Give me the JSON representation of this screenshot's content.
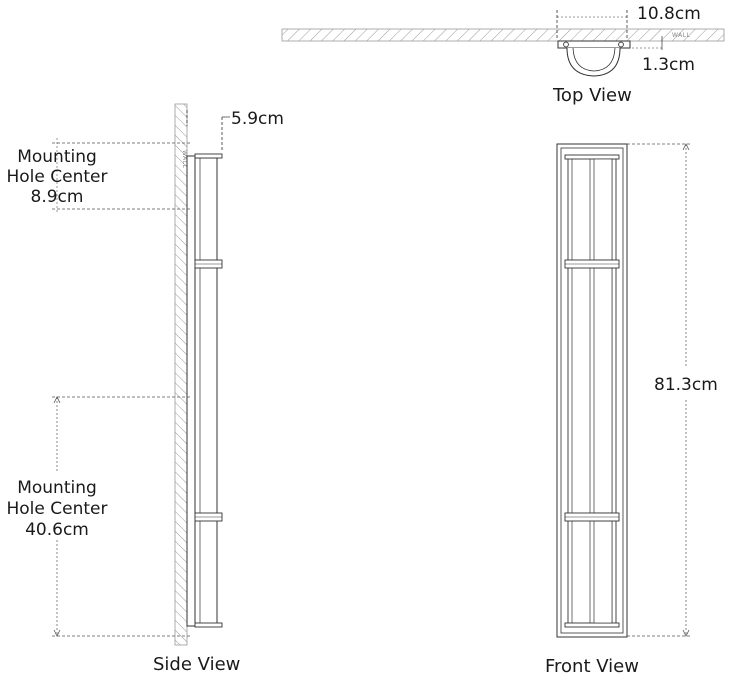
{
  "views": {
    "top": "Top View",
    "side": "Side View",
    "front": "Front View"
  },
  "dimensions": {
    "top_width": "10.8cm",
    "top_depth": "1.3cm",
    "side_depth": "5.9cm",
    "front_height": "81.3cm"
  },
  "mounting": {
    "upper": {
      "line1": "Mounting",
      "line2": "Hole Center",
      "value": "8.9cm"
    },
    "lower": {
      "line1": "Mounting",
      "line2": "Hole Center",
      "value": "40.6cm"
    }
  },
  "wall_label": "WALL"
}
